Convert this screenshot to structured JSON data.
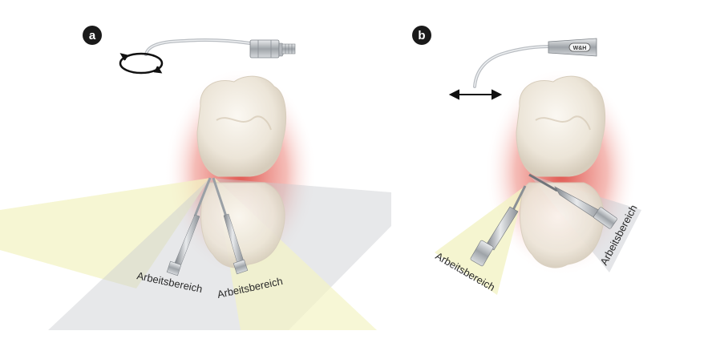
{
  "panels": [
    {
      "id": "a",
      "badge": "a",
      "labels": [
        "Arbeitsbereich",
        "Arbeitsbereich"
      ]
    },
    {
      "id": "b",
      "badge": "b",
      "labels": [
        "Arbeitsbereich",
        "Arbeitsbereich"
      ],
      "logo": "W&H"
    }
  ],
  "icons": {
    "panel_a_motion": "rotation-arrows-icon",
    "panel_b_motion": "double-arrow-icon"
  },
  "colors": {
    "badge": "#1a1a1a",
    "gum_glow": "#d9372f",
    "tooth": "#efe9df",
    "work_area_yellow": "#f3f3c4",
    "work_area_gray": "#d4d6da",
    "steel": "#a9adb2"
  }
}
